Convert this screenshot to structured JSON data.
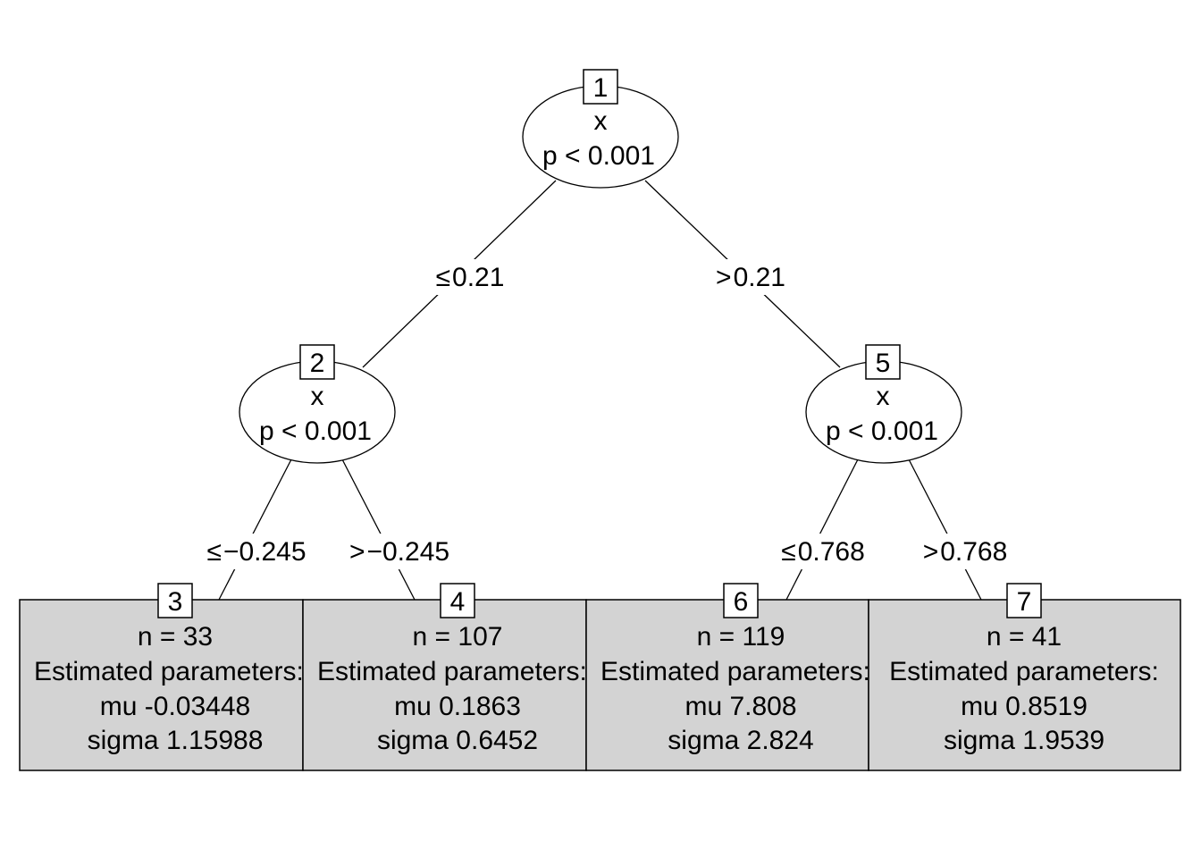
{
  "tree": {
    "inner_nodes": [
      {
        "id": "1",
        "variable": "x",
        "pvalue": "p < 0.001"
      },
      {
        "id": "2",
        "variable": "x",
        "pvalue": "p < 0.001"
      },
      {
        "id": "5",
        "variable": "x",
        "pvalue": "p < 0.001"
      }
    ],
    "edges": [
      {
        "from": "1",
        "to": "2",
        "op": "≤",
        "value": "0.21"
      },
      {
        "from": "1",
        "to": "5",
        "op": ">",
        "value": "0.21"
      },
      {
        "from": "2",
        "to": "3",
        "op": "≤",
        "value": "−0.245"
      },
      {
        "from": "2",
        "to": "4",
        "op": ">",
        "value": "−0.245"
      },
      {
        "from": "5",
        "to": "6",
        "op": "≤",
        "value": "0.768"
      },
      {
        "from": "5",
        "to": "7",
        "op": ">",
        "value": "0.768"
      }
    ],
    "terminal_nodes": [
      {
        "id": "3",
        "n": "n = 33",
        "heading": "Estimated parameters:",
        "mu": "mu -0.03448",
        "sigma": "sigma 1.15988"
      },
      {
        "id": "4",
        "n": "n = 107",
        "heading": "Estimated parameters:",
        "mu": "mu 0.1863",
        "sigma": "sigma 0.6452"
      },
      {
        "id": "6",
        "n": "n = 119",
        "heading": "Estimated parameters:",
        "mu": "mu 7.808",
        "sigma": "sigma 2.824"
      },
      {
        "id": "7",
        "n": "n = 41",
        "heading": "Estimated parameters:",
        "mu": "mu 0.8519",
        "sigma": "sigma 1.9539"
      }
    ]
  },
  "colors": {
    "leaf_fill": "#d3d3d3",
    "line": "#000000",
    "background": "#ffffff"
  }
}
